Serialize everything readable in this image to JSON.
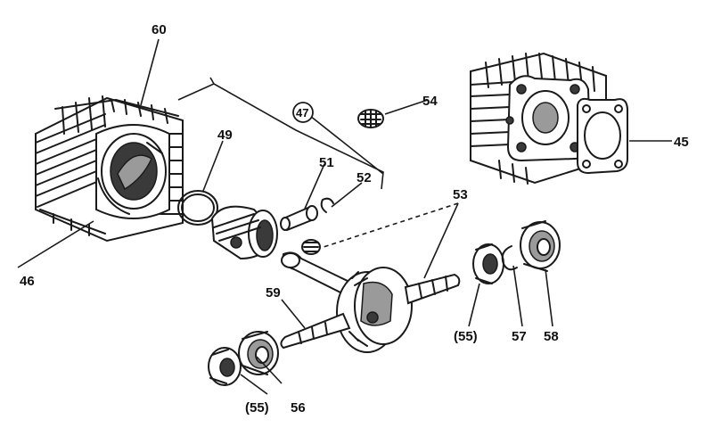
{
  "diagram": {
    "type": "exploded parts diagram",
    "colors": {
      "ink": "#1a1a1a",
      "paper": "#ffffff",
      "shade": "#9a9a9a"
    },
    "labels": {
      "cylinder_left": "60",
      "base_gasket": "46",
      "piston_ring": "49",
      "piston_kit": "47",
      "piston_pin": "51",
      "pin_clip": "52",
      "needle_bearing_small": "54",
      "cylinder_head_gasket": "45",
      "crankshaft": "53",
      "crank_stub": "59",
      "bearing_left_outer": "(55)",
      "bearing_left": "56",
      "bearing_right_outer": "(55)",
      "circlip": "57",
      "bearing_right": "58"
    }
  }
}
